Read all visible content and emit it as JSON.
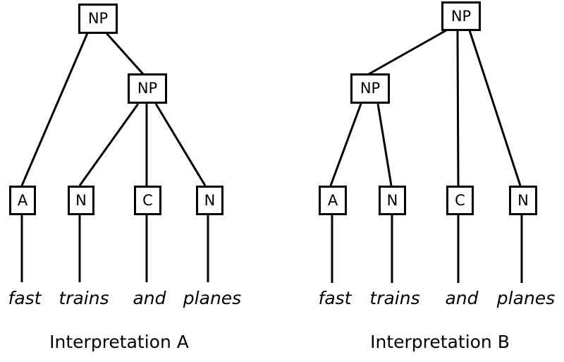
{
  "colors": {
    "ink": "#000000",
    "background": "#ffffff"
  },
  "sentence": "fast trains and planes",
  "trees": [
    {
      "id": "A",
      "caption": "Interpretation A",
      "nodes": {
        "root": "NP",
        "inner": "NP"
      },
      "leaves": [
        {
          "tag": "A",
          "word": "fast"
        },
        {
          "tag": "N",
          "word": "trains"
        },
        {
          "tag": "C",
          "word": "and"
        },
        {
          "tag": "N",
          "word": "planes"
        }
      ],
      "structure": {
        "root_children": [
          "A",
          "NP-inner"
        ],
        "inner_children": [
          "N",
          "C",
          "N"
        ]
      }
    },
    {
      "id": "B",
      "caption": "Interpretation B",
      "nodes": {
        "root": "NP",
        "inner": "NP"
      },
      "leaves": [
        {
          "tag": "A",
          "word": "fast"
        },
        {
          "tag": "N",
          "word": "trains"
        },
        {
          "tag": "C",
          "word": "and"
        },
        {
          "tag": "N",
          "word": "planes"
        }
      ],
      "structure": {
        "root_children": [
          "NP-inner",
          "C",
          "N"
        ],
        "inner_children": [
          "A",
          "N"
        ]
      }
    }
  ]
}
